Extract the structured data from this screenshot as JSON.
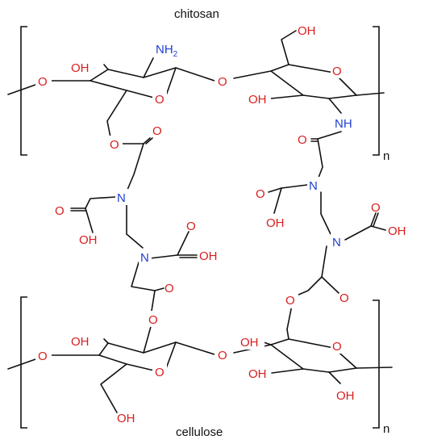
{
  "labels": {
    "top_polymer": "chitosan",
    "bottom_polymer": "cellulose",
    "repeat_top": "n",
    "repeat_bottom": "n"
  },
  "atoms": {
    "oxygen": "O",
    "nitrogen": "N",
    "hydroxyl": "OH",
    "nh": "NH",
    "nh2_main": "NH",
    "nh2_sub": "2"
  },
  "colors": {
    "oxygen": "#d81e1e",
    "nitrogen": "#1f3fd0",
    "bond": "#111111"
  }
}
